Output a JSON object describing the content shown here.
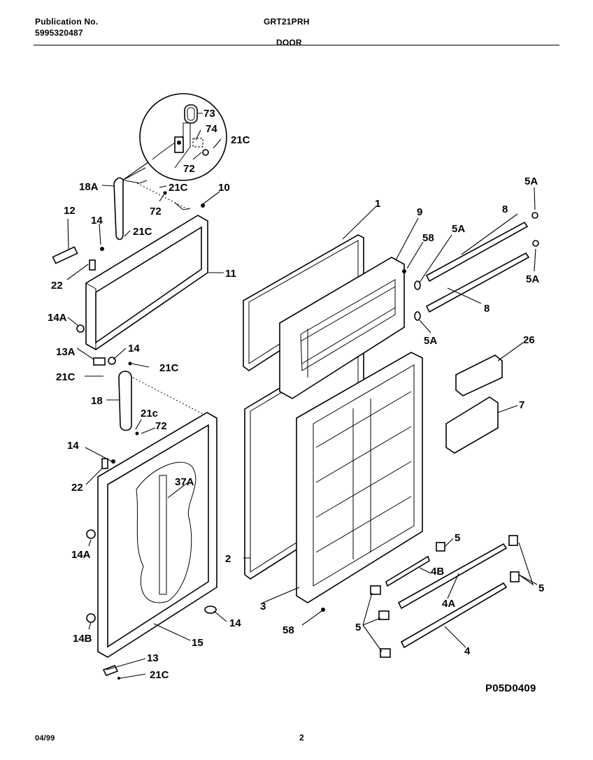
{
  "header": {
    "publication_label": "Publication No.",
    "publication_number": "5995320487",
    "model": "GRT21PRH",
    "section": "DOOR"
  },
  "footer": {
    "date": "04/99",
    "page": "2",
    "figure_code": "P05D0409"
  },
  "callouts": {
    "c73": "73",
    "c74": "74",
    "c21C_detail": "21C",
    "c72_detail": "72",
    "c18A": "18A",
    "c21C_upper": "21C",
    "c10": "10",
    "c72_upper": "72",
    "c12": "12",
    "c14_upper": "14",
    "c21C_hinge": "21C",
    "c11": "11",
    "c22_upper": "22",
    "c14A_upper": "14A",
    "c13A": "13A",
    "c14_mid": "14",
    "c21C_mid": "21C",
    "c21C_left": "21C",
    "c18": "18",
    "c21c_lower": "21c",
    "c72_lower": "72",
    "c14_lower": "14",
    "c22_lower": "22",
    "c37A": "37A",
    "c14A_lower": "14A",
    "c14B": "14B",
    "c15": "15",
    "c14_bottom": "14",
    "c13": "13",
    "c21C_bottom": "21C",
    "c1": "1",
    "c9": "9",
    "c58_upper": "58",
    "c5A_top": "5A",
    "c8_upper": "8",
    "c5A_mid": "5A",
    "c5A_right": "5A",
    "c8_lower": "8",
    "c5A_low": "5A",
    "c26": "26",
    "c7": "7",
    "c2": "2",
    "c3": "3",
    "c58_lower": "58",
    "c5_a": "5",
    "c4B": "4B",
    "c4A": "4A",
    "c5_b": "5",
    "c5_c": "5",
    "c4": "4"
  }
}
